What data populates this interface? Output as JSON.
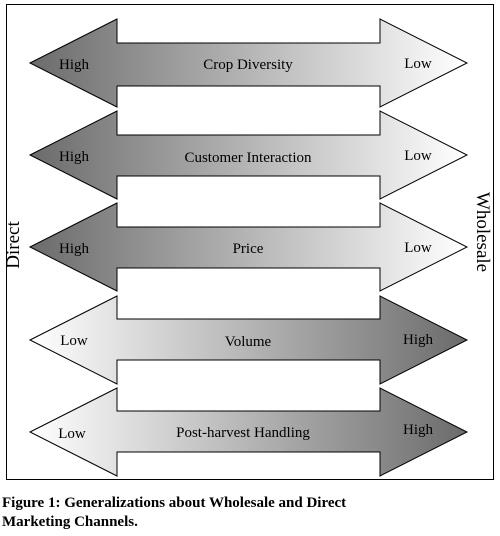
{
  "axis_labels": {
    "left": "Direct",
    "right": "Wholesale"
  },
  "arrows": [
    {
      "label": "Crop Diversity",
      "left_text": "High",
      "right_text": "Low",
      "dark_side": "left"
    },
    {
      "label": "Customer Interaction",
      "left_text": "High",
      "right_text": "Low",
      "dark_side": "left"
    },
    {
      "label": "Price",
      "left_text": "High",
      "right_text": "Low",
      "dark_side": "left"
    },
    {
      "label": "Volume",
      "left_text": "Low",
      "right_text": "High",
      "dark_side": "right"
    },
    {
      "label": "Post-harvest Handling",
      "left_text": "Low",
      "right_text": "High",
      "dark_side": "right"
    }
  ],
  "colors": {
    "dark": "#6b6b6b",
    "light": "#ffffff",
    "stroke": "#000000"
  },
  "caption": {
    "line1": "Figure 1: Generalizations about Wholesale and Direct",
    "line2": "Marketing Channels."
  }
}
